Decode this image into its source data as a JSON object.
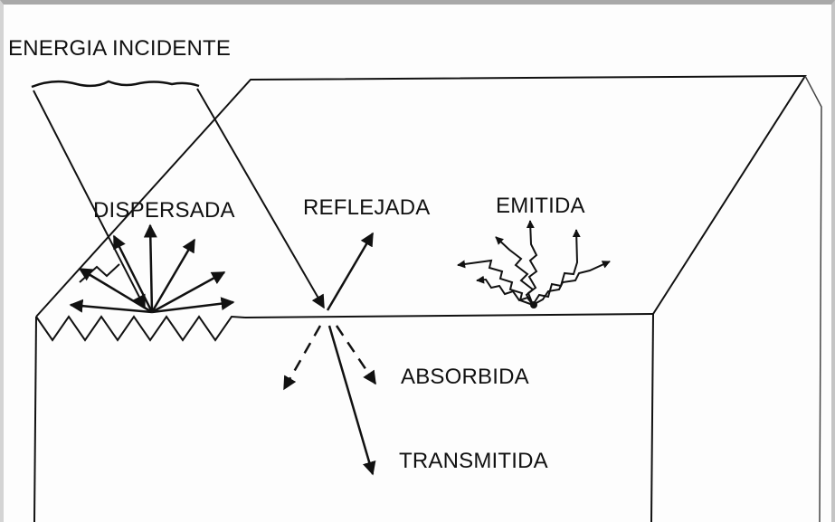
{
  "diagram": {
    "labels": {
      "incident": "ENERGIA INCIDENTE",
      "scattered": "DISPERSADA",
      "reflected": "REFLEJADA",
      "emitted": "EMITIDA",
      "absorbed": "ABSORBIDA",
      "transmitted": "TRANSMITIDA"
    },
    "colors": {
      "ink": "#111111",
      "paper": "#fdfdfd",
      "frame": "#a9a9a9"
    }
  }
}
